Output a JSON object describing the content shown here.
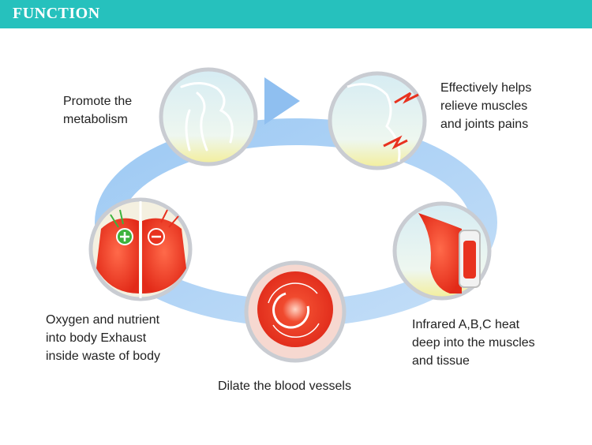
{
  "banner": {
    "title": "FUNCTION"
  },
  "steps": [
    {
      "id": "metabolism",
      "caption": [
        "Promote the",
        "metabolism"
      ],
      "icon": "stretching-body-icon"
    },
    {
      "id": "pain-relief",
      "caption": [
        "Effectively helps",
        "relieve muscles",
        "and joints pains"
      ],
      "icon": "back-pain-lightning-icon"
    },
    {
      "id": "infrared",
      "caption": [
        "Infrared A,B,C heat",
        "deep into the muscles",
        "and tissue"
      ],
      "icon": "heating-pad-icon"
    },
    {
      "id": "blood-vessels",
      "caption": [
        "Dilate the blood vessels"
      ],
      "icon": "heat-circulation-icon"
    },
    {
      "id": "oxygen",
      "caption": [
        "Oxygen and nutrient",
        "into body Exhaust",
        "inside waste of body"
      ],
      "icon": "plus-minus-exchange-icon"
    }
  ],
  "colors": {
    "banner": "#26c1bd",
    "arrow": "#8fbff0",
    "circle_border": "#c9ccd2",
    "heat_red": "#e8321f",
    "plus_green": "#3db33d"
  }
}
